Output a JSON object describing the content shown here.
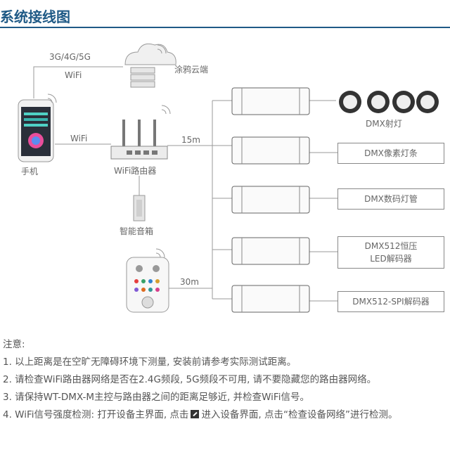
{
  "header": {
    "title": "系统接线图"
  },
  "diagram": {
    "cloud_link_label": "3G/4G/5G",
    "cloud_wifi_label": "WiFi",
    "cloud_label": "涂鸦云端",
    "phone_label": "手机",
    "phone_wifi_label": "WiFi",
    "router_label": "WiFi路由器",
    "speaker_label": "智能音箱",
    "distance_router": "15m",
    "distance_remote": "30m",
    "spotlight_label": "DMX射灯",
    "outputs": [
      {
        "line1": "DMX像素灯条",
        "line2": ""
      },
      {
        "line1": "DMX数码灯管",
        "line2": ""
      },
      {
        "line1": "DMX512恒压",
        "line2": "LED解码器"
      },
      {
        "line1": "DMX512-SPI解码器",
        "line2": ""
      }
    ]
  },
  "notes": {
    "heading": "注意:",
    "items": [
      "1. 以上距离是在空旷无障碍环境下测量, 安装前请参考实际测试距离。",
      "2. 请检查WiFi路由器网络是否在2.4G频段, 5G频段不可用, 请不要隐藏您的路由器网络。",
      "3. 请保持WT-DMX-M主控与路由器之间的距离足够近, 并检查WiFi信号。"
    ],
    "item4_before": "4. WiFi信号强度检测: 打开设备主界面, 点击",
    "item4_after": "进入设备界面, 点击“检查设备网络”进行检测。"
  }
}
